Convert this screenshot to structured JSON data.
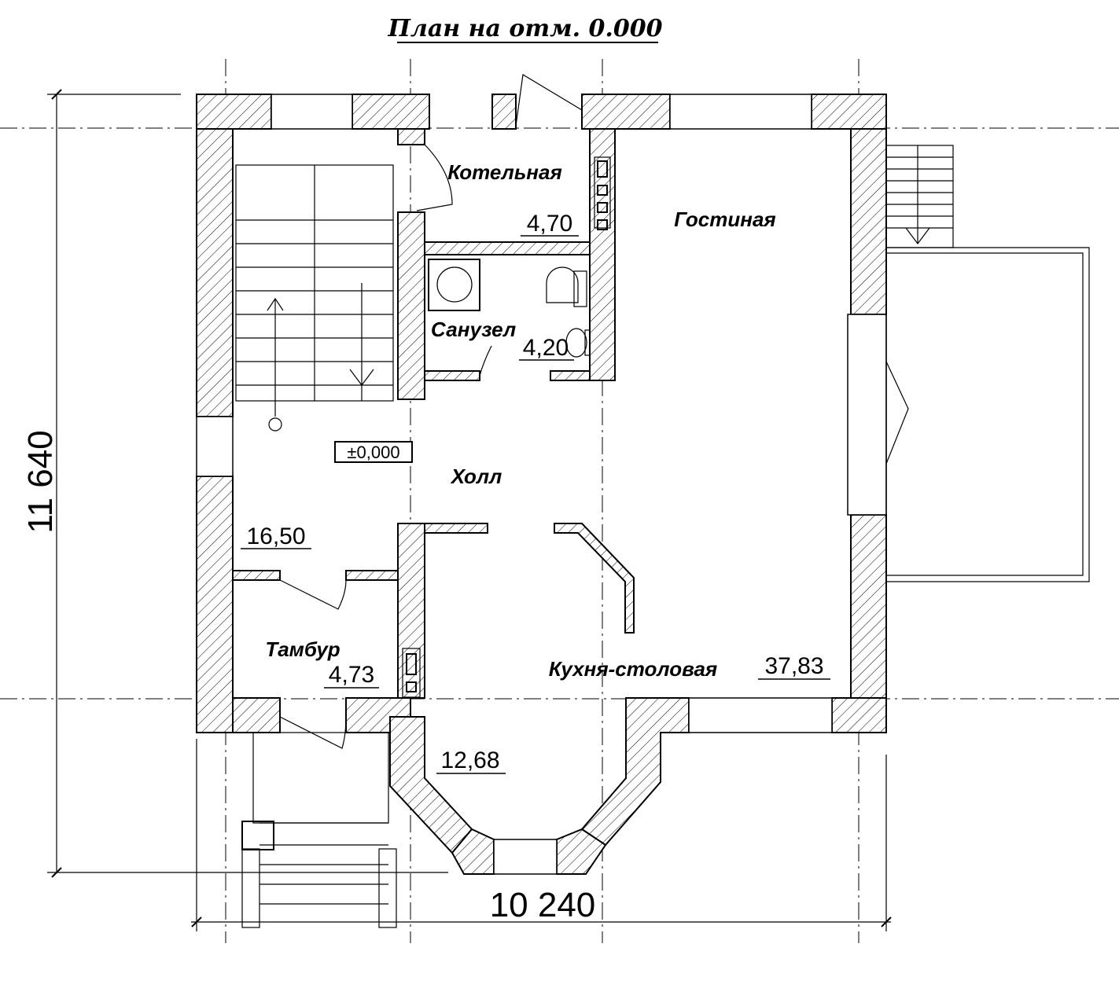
{
  "title": "План на отм. 0.000",
  "rooms": [
    {
      "name": "Котельная",
      "area": "4,70"
    },
    {
      "name": "Гостиная",
      "area": ""
    },
    {
      "name": "Санузел",
      "area": "4,20"
    },
    {
      "name": "Холл",
      "area": "16,50"
    },
    {
      "name": "Тамбур",
      "area": "4,73"
    },
    {
      "name": "Кухня-столовая",
      "area": "37,83"
    },
    {
      "name": "",
      "area": "12,68"
    }
  ],
  "level_mark": "±0,000",
  "dimensions": {
    "height": "11 640",
    "width": "10 240"
  }
}
